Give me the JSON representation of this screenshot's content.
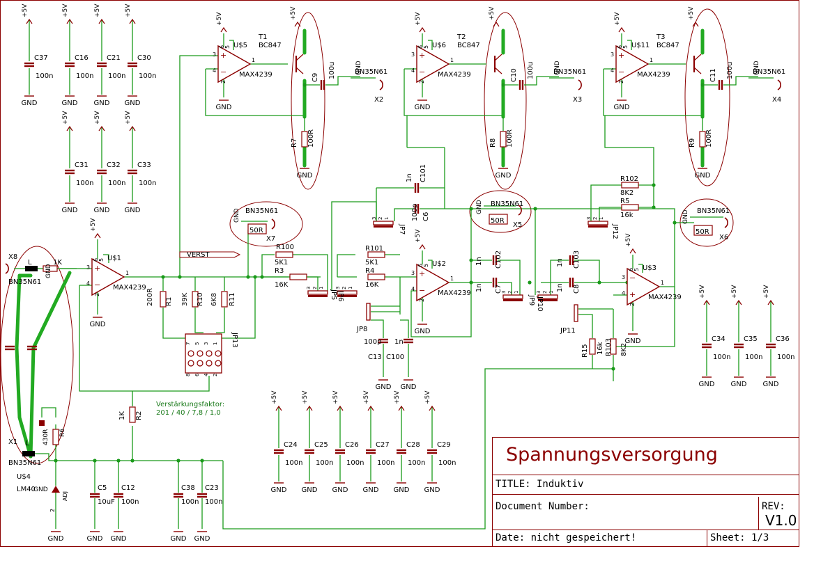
{
  "colors": {
    "net": "#1a9a1a",
    "symbol": "#8b0000",
    "label": "#000000",
    "highlight": "#22aa22",
    "frame": "#8b0000"
  },
  "supply": {
    "plus": "+5V",
    "gnd": "GND"
  },
  "decoupling_value": "100n",
  "decoupling_caps": [
    "C37",
    "C16",
    "C21",
    "C30",
    "C31",
    "C32",
    "C33",
    "C34",
    "C35",
    "C36",
    "C24",
    "C25",
    "C26",
    "C27",
    "C28",
    "C29"
  ],
  "ic_type": "MAX4239",
  "amplifiers": [
    "U$1",
    "U$2",
    "U$3",
    "U$5",
    "U$6",
    "U$11"
  ],
  "transistors": [
    {
      "ref": "T1",
      "type": "BC847"
    },
    {
      "ref": "T2",
      "type": "BC847"
    },
    {
      "ref": "T3",
      "type": "BC847"
    }
  ],
  "output_caps": [
    {
      "ref": "C9",
      "value": "100u"
    },
    {
      "ref": "C10",
      "value": "100u"
    },
    {
      "ref": "C11",
      "value": "100u"
    }
  ],
  "emitter_resistors": [
    {
      "ref": "R7",
      "value": "100R"
    },
    {
      "ref": "R8",
      "value": "100R"
    },
    {
      "ref": "R9",
      "value": "100R"
    }
  ],
  "connectors": {
    "type": "BN35N61",
    "refs": [
      "X2",
      "X3",
      "X4",
      "X5",
      "X6",
      "X7",
      "X8",
      "X1"
    ]
  },
  "terminations": {
    "value": "50R"
  },
  "inductor": "L",
  "gain_net": {
    "label": "VERST",
    "caption": "Verstärkungsfaktor:",
    "values": "201 / 40 / 7,8 / 1,0"
  },
  "resistors": [
    {
      "ref": "R1",
      "value": "200R"
    },
    {
      "ref": "R10",
      "value": "39K"
    },
    {
      "ref": "R11",
      "value": "6K8"
    },
    {
      "ref": "R100",
      "value": "5K1"
    },
    {
      "ref": "R3",
      "value": "16K"
    },
    {
      "ref": "R101",
      "value": "5K1"
    },
    {
      "ref": "R4",
      "value": "16K"
    },
    {
      "ref": "R102",
      "value": "8K2"
    },
    {
      "ref": "R5",
      "value": "16k"
    },
    {
      "ref": "R15",
      "value": "16k"
    },
    {
      "ref": "R103",
      "value": "8K2"
    },
    {
      "ref": "R2",
      "value": "1K"
    },
    {
      "ref": "R6",
      "value": "430R"
    },
    {
      "ref": "",
      "value": "1K"
    }
  ],
  "filter_caps": [
    {
      "ref": "C101",
      "value": "1n"
    },
    {
      "ref": "C6",
      "value": "100p"
    },
    {
      "ref": "C102",
      "value": "1n"
    },
    {
      "ref": "C7",
      "value": "1n"
    },
    {
      "ref": "C103",
      "value": "1n"
    },
    {
      "ref": "C8",
      "value": "1n"
    },
    {
      "ref": "C13",
      "value": "100p"
    },
    {
      "ref": "C100",
      "value": "1n"
    }
  ],
  "jumpers": [
    "JP5",
    "JP6",
    "JP7",
    "JP8",
    "JP9",
    "JP10",
    "JP11",
    "JP12",
    "JP13"
  ],
  "jp13_pins": {
    "top": [
      "7",
      "5",
      "3",
      "1"
    ],
    "bottom": [
      "8",
      "6",
      "4",
      "2"
    ]
  },
  "regulator": {
    "ref": "U$4",
    "type": "LM40",
    "gnd": "GND",
    "adj": "ADJ",
    "pin": "2"
  },
  "supply_caps": [
    {
      "ref": "C5",
      "value": "10uF"
    },
    {
      "ref": "C12",
      "value": "100n"
    },
    {
      "ref": "C38",
      "value": "100n"
    },
    {
      "ref": "C23",
      "value": "100n"
    }
  ],
  "pin_numbers": {
    "in_plus": "3",
    "in_minus": "4",
    "v_plus": "6",
    "v_en": "5",
    "v_minus": "2",
    "out": "1",
    "jp": [
      "1",
      "2",
      "3"
    ]
  },
  "title_block": {
    "title": "Spannungsversorgung",
    "title_line": "TITLE:  Induktiv",
    "docnum": "Document Number:",
    "rev_label": "REV:",
    "rev": "V1.0",
    "date": "Date: nicht gespeichert!",
    "sheet": "Sheet: 1/3"
  }
}
